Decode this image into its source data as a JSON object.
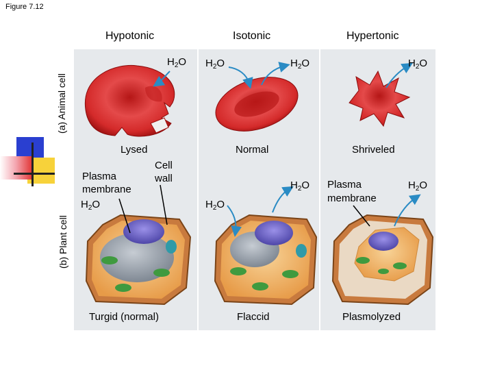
{
  "figure": "Figure 7.12",
  "columns": [
    "Hypotonic",
    "Isotonic",
    "Hypertonic"
  ],
  "rows": {
    "animal": "(a) Animal cell",
    "plant": "(b) Plant cell"
  },
  "water": {
    "h": "H",
    "sub": "2",
    "o": "O"
  },
  "animal_states": [
    "Lysed",
    "Normal",
    "Shriveled"
  ],
  "plant_states": [
    "Turgid (normal)",
    "Flaccid",
    "Plasmolyzed"
  ],
  "labels": {
    "plasma_membrane_line1": "Plasma",
    "plasma_membrane_line2": "membrane",
    "cell_wall_line1": "Cell",
    "cell_wall_line2": "wall"
  },
  "colors": {
    "panel": "#e6e9ec",
    "rbc": "#d42a2a",
    "arrow": "#2a8bc4",
    "cell_wall": "#c87a3e",
    "cytoplasm": "#f2b86a",
    "vacuole": "#9aa3ad",
    "nucleus": "#6a64c8",
    "chloroplast": "#3f9a3f"
  }
}
